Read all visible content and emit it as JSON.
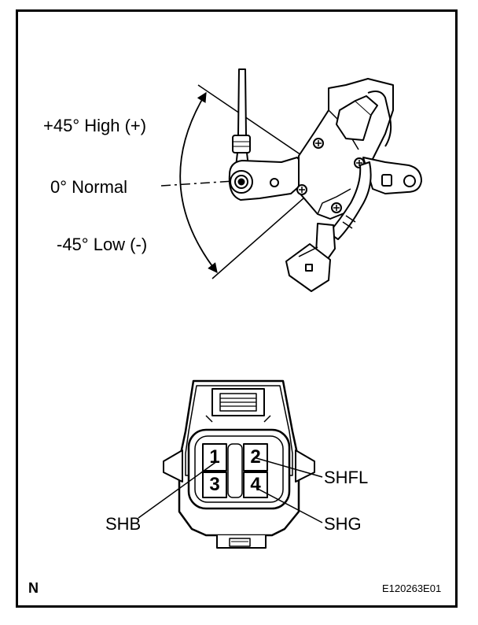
{
  "angles": {
    "high": "+45° High (+)",
    "normal": "0° Normal",
    "low": "-45° Low (-)"
  },
  "connector": {
    "pins": [
      "1",
      "2",
      "3",
      "4"
    ],
    "terminals": {
      "shb": "SHB",
      "shfl": "SHFL",
      "shg": "SHG"
    }
  },
  "footer": {
    "view_marker": "N",
    "figure_code": "E120263E01"
  }
}
